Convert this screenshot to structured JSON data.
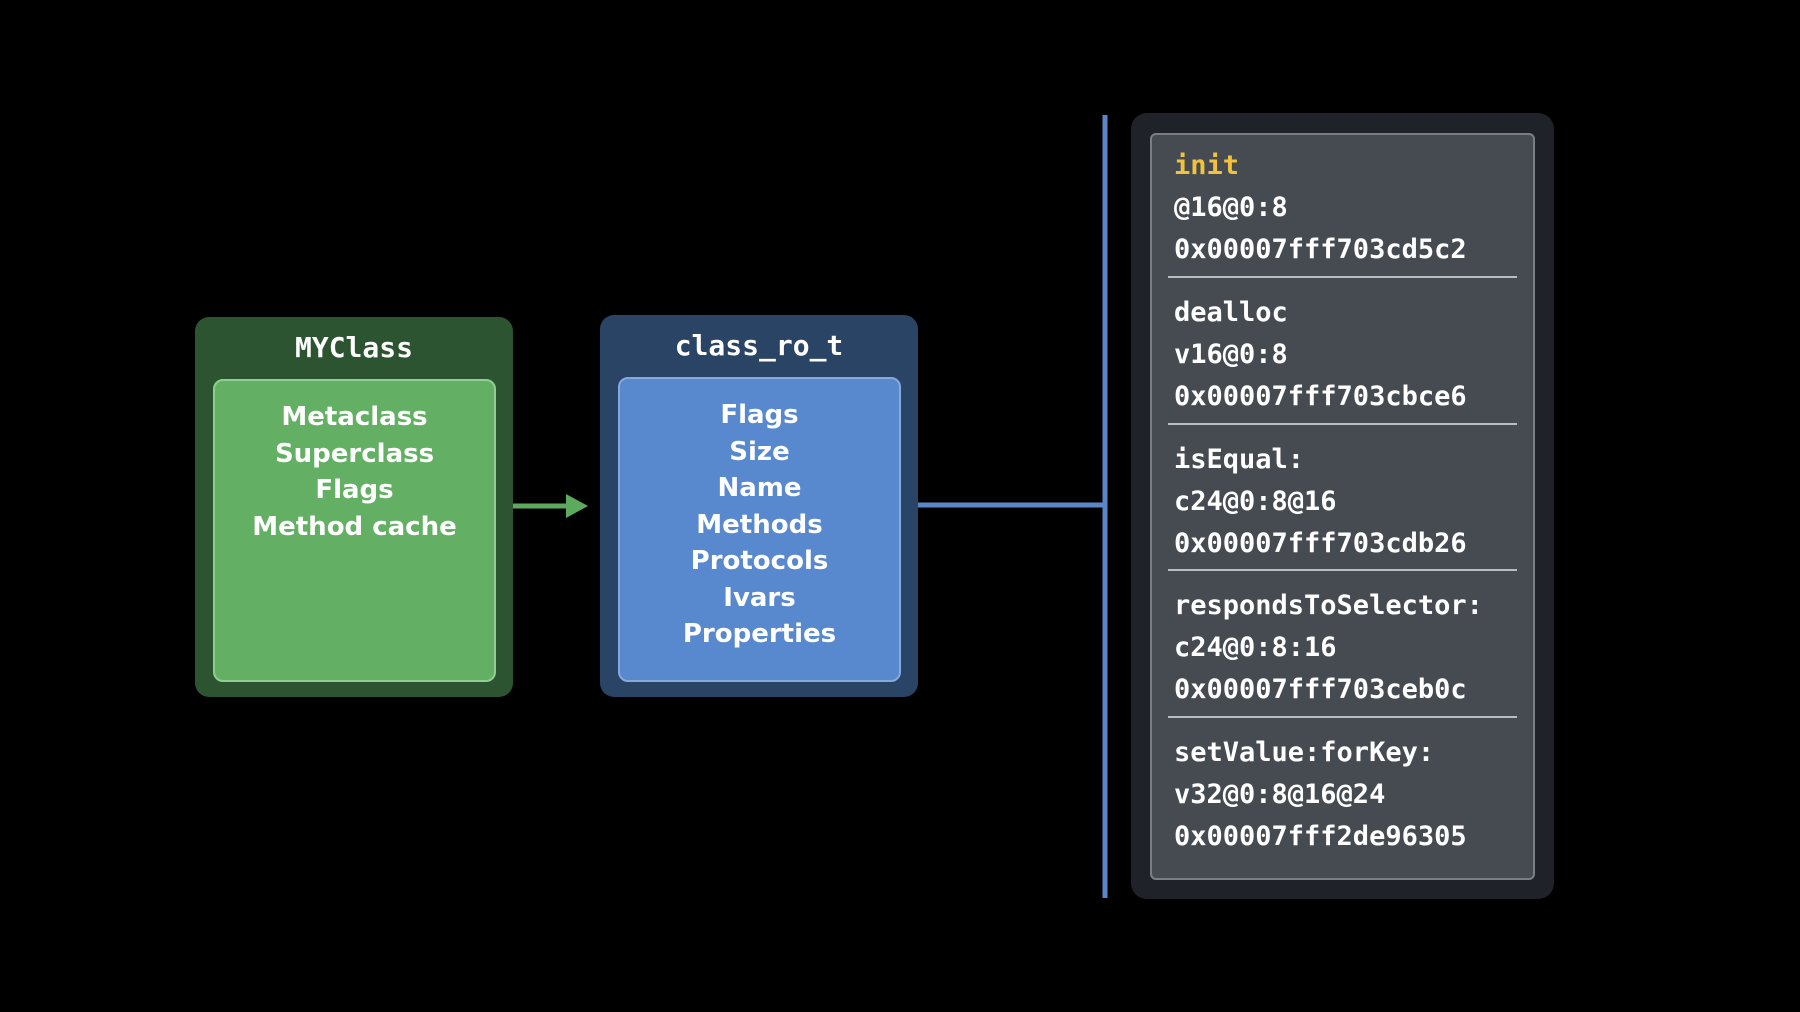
{
  "myclass": {
    "title": "MYClass",
    "fields": [
      "Metaclass",
      "Superclass",
      "Flags",
      "Method cache"
    ]
  },
  "class_ro_t": {
    "title": "class_ro_t",
    "fields": [
      "Flags",
      "Size",
      "Name",
      "Methods",
      "Protocols",
      "Ivars",
      "Properties"
    ]
  },
  "methods": [
    {
      "selector": "init",
      "types": "@16@0:8",
      "imp": "0x00007fff703cd5c2"
    },
    {
      "selector": "dealloc",
      "types": "v16@0:8",
      "imp": "0x00007fff703cbce6"
    },
    {
      "selector": "isEqual:",
      "types": "c24@0:8@16",
      "imp": "0x00007fff703cdb26"
    },
    {
      "selector": "respondsToSelector:",
      "types": "c24@0:8:16",
      "imp": "0x00007fff703ceb0c"
    },
    {
      "selector": "setValue:forKey:",
      "types": "v32@0:8@16@24",
      "imp": "0x00007fff2de96305"
    }
  ],
  "colors": {
    "background": "#000000",
    "myclass_outer": "#2c5430",
    "myclass_inner": "#63b064",
    "arrow": "#5daa5f",
    "class_ro_outer": "#2a4466",
    "class_ro_inner": "#5888cd",
    "connector": "#5b86c8",
    "methods_panel": "#1f2329",
    "methods_inner": "#464b52",
    "highlight_selector": "#f2c23e"
  }
}
